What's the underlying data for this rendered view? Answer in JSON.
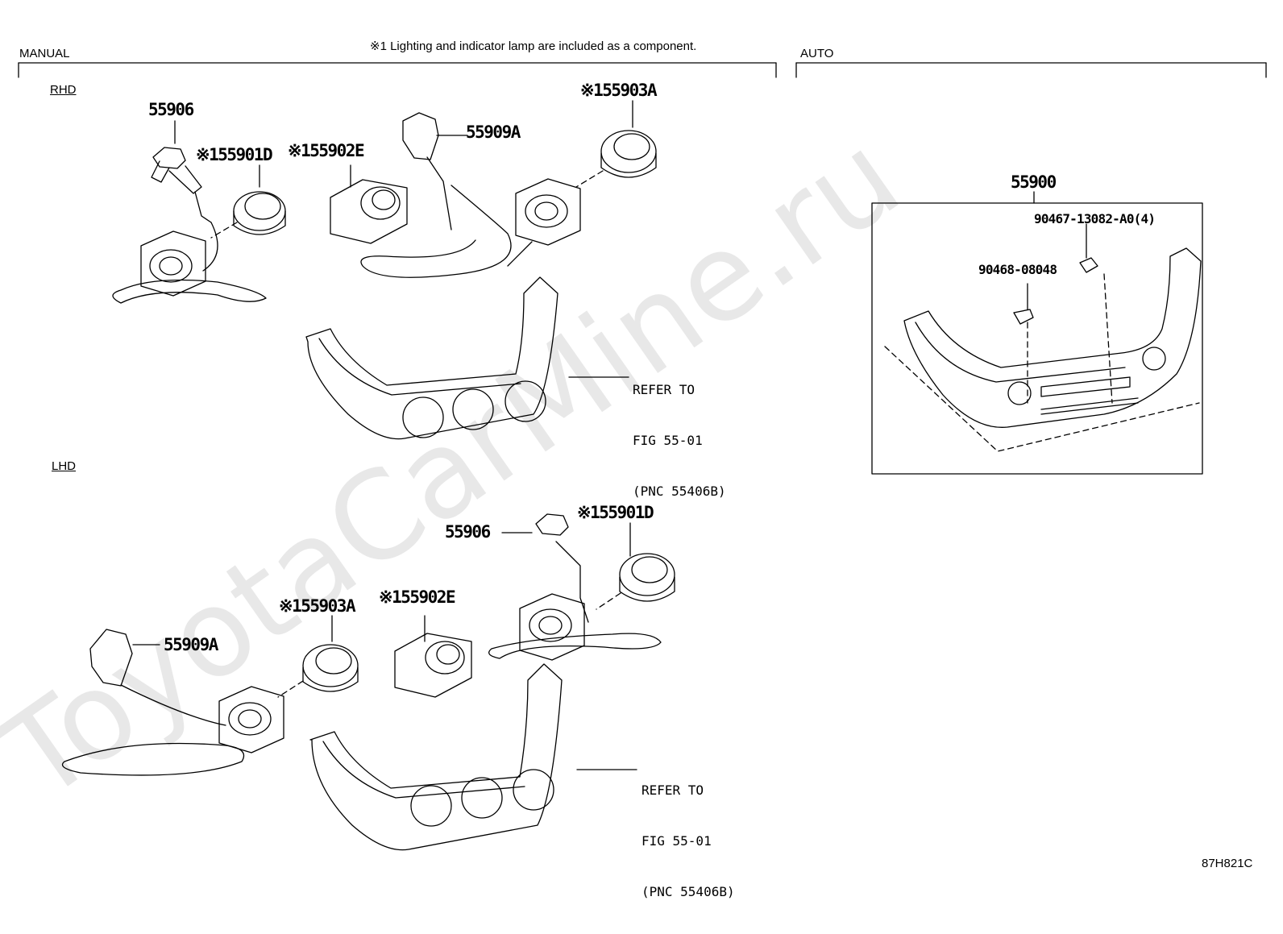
{
  "note": "※1 Lighting and indicator lamp are included as a component.",
  "sections": {
    "manual": "MANUAL",
    "auto": "AUTO",
    "rhd": "RHD",
    "lhd": "LHD"
  },
  "rhd_parts": {
    "p55906": "55906",
    "p55901d": "※155901D",
    "p55902e": "※155902E",
    "p55909a": "55909A",
    "p55903a": "※155903A",
    "refer": [
      "REFER TO",
      "FIG 55-01",
      "(PNC 55406B)"
    ]
  },
  "lhd_parts": {
    "p55906": "55906",
    "p55901d": "※155901D",
    "p55903a": "※155903A",
    "p55902e": "※155902E",
    "p55909a": "55909A",
    "refer": [
      "REFER TO",
      "FIG 55-01",
      "(PNC 55406B)"
    ]
  },
  "auto_parts": {
    "assembly": "55900",
    "screw": "90467-13082-A0(4)",
    "clip": "90468-08048"
  },
  "figure_code": "87H821C",
  "watermark": "ToyotaCarMine.ru"
}
